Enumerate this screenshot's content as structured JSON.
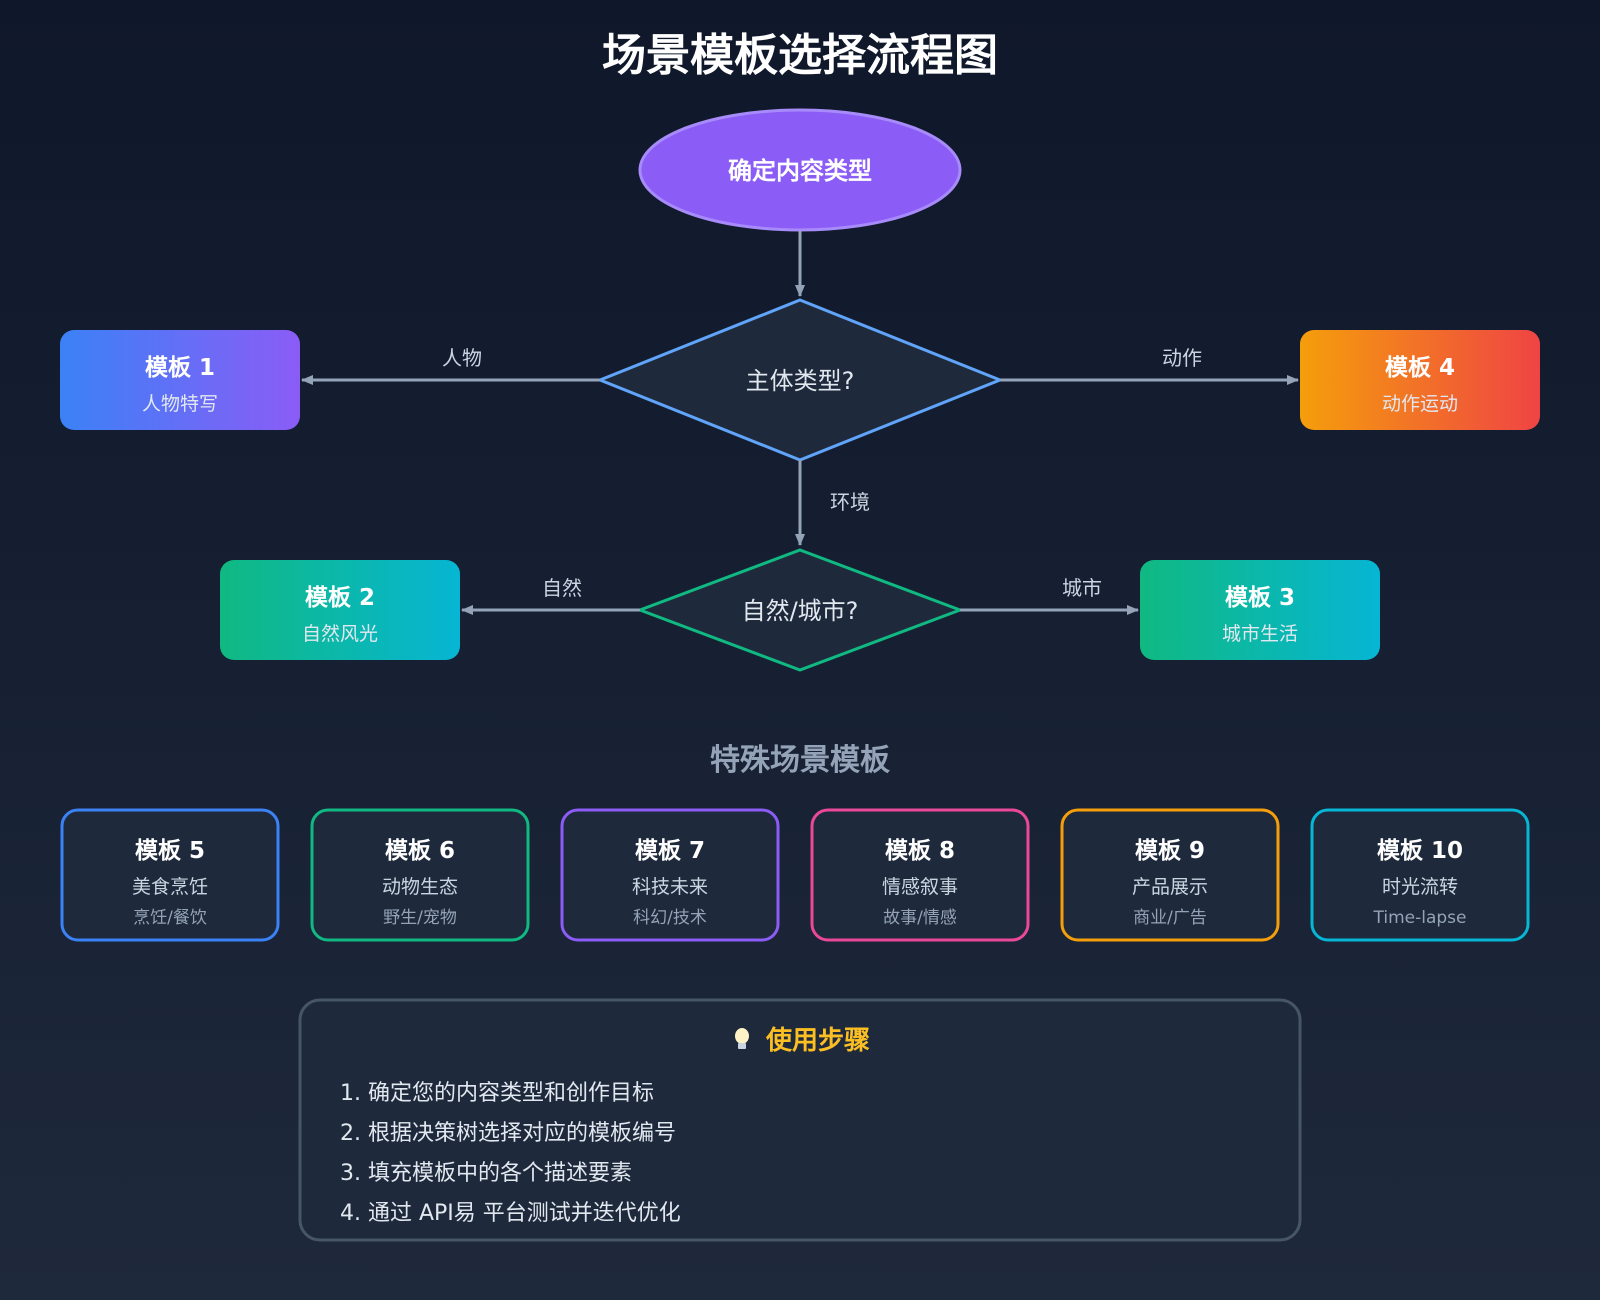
{
  "title": "场景模板选择流程图",
  "start_node": {
    "label": "确定内容类型",
    "color": "#8b5cf6"
  },
  "decision_subject": {
    "label": "主体类型?",
    "color": "#60a5fa"
  },
  "decision_env": {
    "label": "自然/城市?",
    "color": "#10b981"
  },
  "edges": {
    "person": "人物",
    "action": "动作",
    "environment": "环境",
    "nature": "自然",
    "city": "城市"
  },
  "templates": {
    "t1": {
      "title": "模板 1",
      "subtitle": "人物特写",
      "gradient": [
        "#3b82f6",
        "#8b5cf6"
      ]
    },
    "t2": {
      "title": "模板 2",
      "subtitle": "自然风光",
      "gradient": [
        "#10b981",
        "#06b6d4"
      ]
    },
    "t3": {
      "title": "模板 3",
      "subtitle": "城市生活",
      "gradient": [
        "#10b981",
        "#06b6d4"
      ]
    },
    "t4": {
      "title": "模板 4",
      "subtitle": "动作运动",
      "gradient": [
        "#f59e0b",
        "#ef4444"
      ]
    }
  },
  "special_section_title": "特殊场景模板",
  "special_templates": [
    {
      "title": "模板 5",
      "name": "美食烹饪",
      "tags": "烹饪/餐饮",
      "color": "#3b82f6"
    },
    {
      "title": "模板 6",
      "name": "动物生态",
      "tags": "野生/宠物",
      "color": "#10b981"
    },
    {
      "title": "模板 7",
      "name": "科技未来",
      "tags": "科幻/技术",
      "color": "#8b5cf6"
    },
    {
      "title": "模板 8",
      "name": "情感叙事",
      "tags": "故事/情感",
      "color": "#ec4899"
    },
    {
      "title": "模板 9",
      "name": "产品展示",
      "tags": "商业/广告",
      "color": "#f59e0b"
    },
    {
      "title": "模板 10",
      "name": "时光流转",
      "tags": "Time-lapse",
      "color": "#06b6d4"
    }
  ],
  "steps": {
    "icon": "lightbulb-icon",
    "title": "使用步骤",
    "items": [
      "1. 确定您的内容类型和创作目标",
      "2. 根据决策树选择对应的模板编号",
      "3. 填充模板中的各个描述要素",
      "4. 通过 API易 平台测试并迭代优化"
    ]
  }
}
